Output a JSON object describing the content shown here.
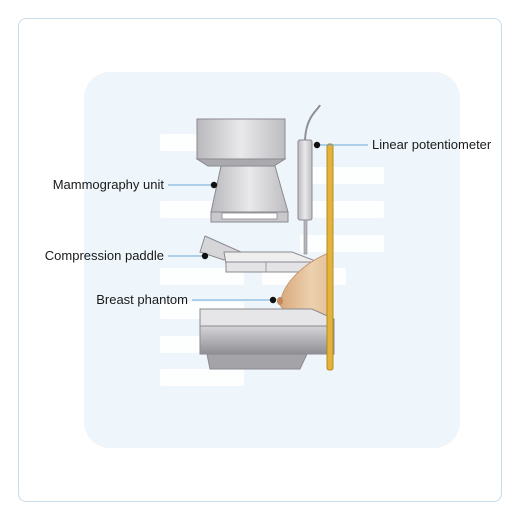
{
  "labels": {
    "linear_potentiometer": "Linear potentiometer",
    "mammography_unit": "Mammography unit",
    "compression_paddle": "Compression paddle",
    "breast_phantom": "Breast phantom"
  },
  "colors": {
    "panel_bg": "#eef6fb",
    "card_border": "#c9dcea",
    "callout_line": "#6fa8d6",
    "rod": "#e3b43c",
    "rod_stroke": "#b8891f",
    "metal_light": "#ececec",
    "metal_mid": "#cfcfd2",
    "metal_dark": "#9a9aa0",
    "phantom": "#e8c7a3"
  }
}
